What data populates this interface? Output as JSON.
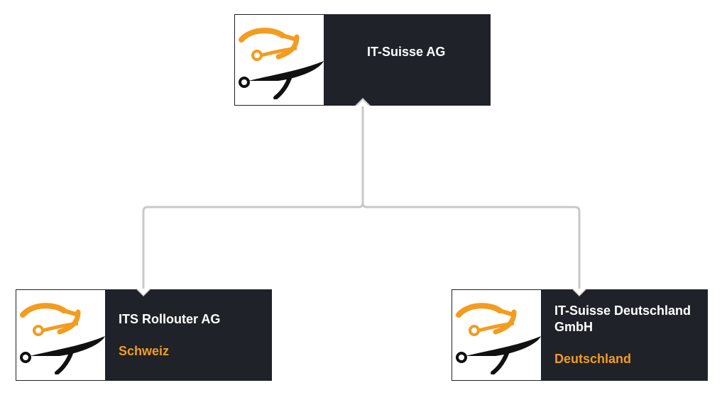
{
  "colors": {
    "node_background": "#1f2228",
    "name_text": "#ffffff",
    "country_text": "#f39c1f",
    "connector": "#c8c8c8",
    "logo_orange": "#f39c1f",
    "logo_black": "#111111"
  },
  "logo_icon": "it-suisse-logo-icon",
  "nodes": {
    "root": {
      "name": "IT-Suisse AG"
    },
    "switzerland": {
      "name": "ITS Rollouter AG",
      "country": "Schweiz"
    },
    "germany": {
      "name": "IT-Suisse Deutschland GmbH",
      "country": "Deutschland"
    }
  }
}
